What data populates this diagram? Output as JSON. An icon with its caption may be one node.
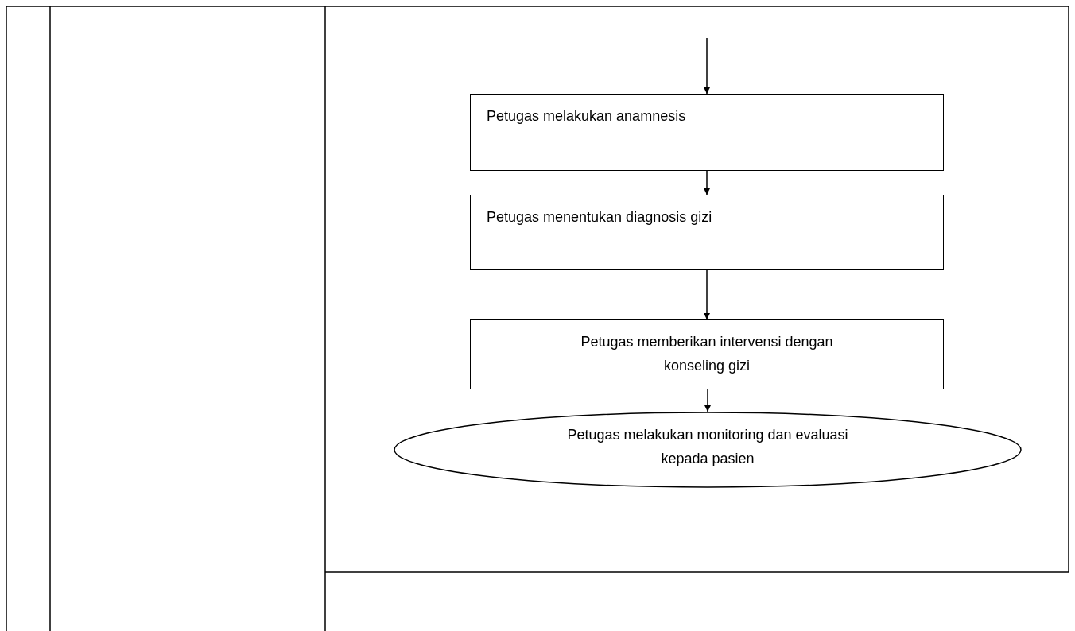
{
  "diagram": {
    "nodes": [
      {
        "text": [
          "Petugas melakukan anamnesis"
        ]
      },
      {
        "text": [
          "Petugas menentukan diagnosis gizi"
        ]
      },
      {
        "text": [
          "Petugas memberikan intervensi dengan konseling gizi"
        ]
      },
      {
        "text": [
          "Petugas melakukan monitoring dan evaluasi kepada pasien"
        ]
      }
    ],
    "edges": [
      {
        "from": null,
        "to": 0,
        "arrow": "to"
      },
      {
        "from": 0,
        "to": 1,
        "arrow": "to"
      },
      {
        "from": 1,
        "to": 2,
        "arrow": "to"
      },
      {
        "from": 2,
        "to": 3,
        "arrow": "to"
      }
    ]
  }
}
